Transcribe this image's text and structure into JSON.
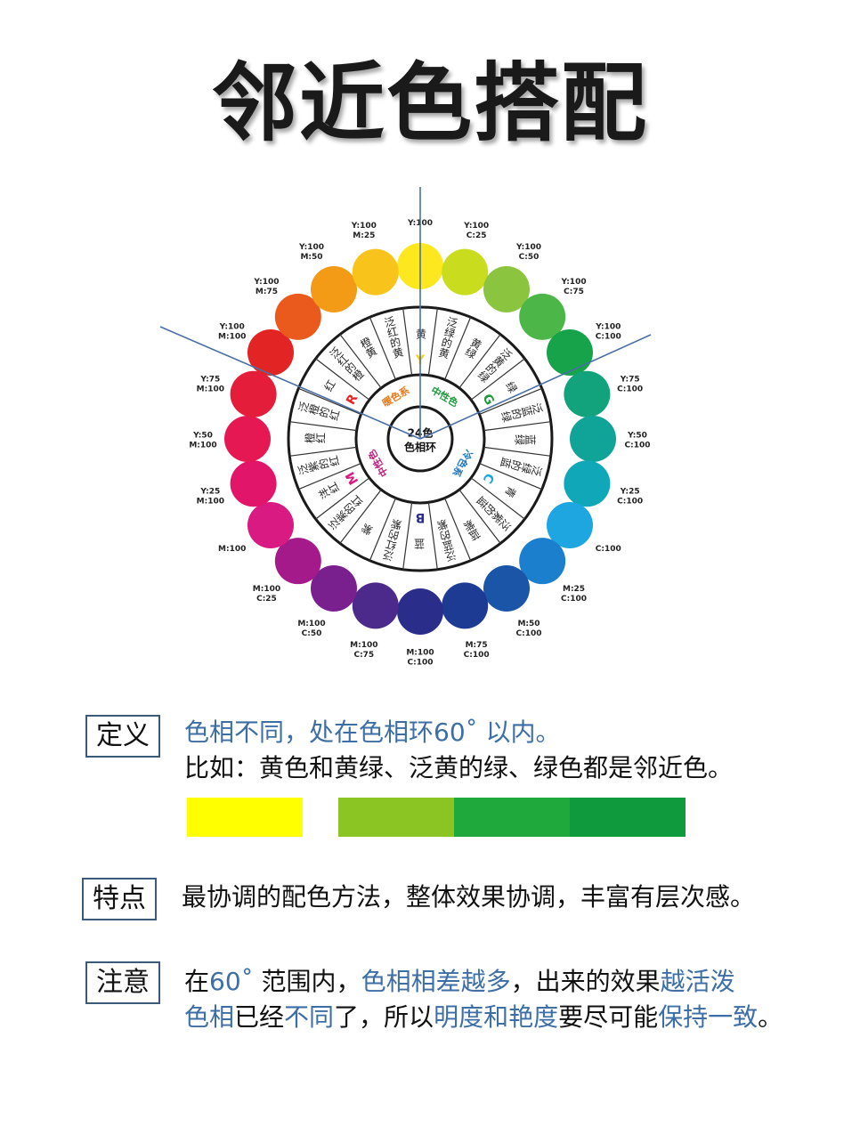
{
  "title": "邻近色搭配",
  "wheel": {
    "center_label_1": "24色",
    "center_label_2": "色相环",
    "segments": [
      {
        "name": "黄",
        "color": "#fde81f",
        "code": "Y:100"
      },
      {
        "name": "泛绿的黄",
        "color": "#c9dd1e",
        "code": "Y:100\nC:25"
      },
      {
        "name": "黄绿",
        "color": "#8bc53f",
        "code": "Y:100\nC:50"
      },
      {
        "name": "泛黄的绿",
        "color": "#4cb748",
        "code": "Y:100\nC:75"
      },
      {
        "name": "绿",
        "color": "#16a34a",
        "code": "Y:100\nC:100"
      },
      {
        "name": "泛蓝的绿",
        "color": "#12a37c",
        "code": "Y:75\nC:100"
      },
      {
        "name": "蓝绿",
        "color": "#0fa497",
        "code": "Y:50\nC:100"
      },
      {
        "name": "泛绿的蓝",
        "color": "#10a8b8",
        "code": "Y:25\nC:100"
      },
      {
        "name": "青",
        "color": "#1ea6e0",
        "code": "C:100"
      },
      {
        "name": "泛紫的蓝",
        "color": "#1c7fcd",
        "code": "M:25\nC:100"
      },
      {
        "name": "蓝紫",
        "color": "#1a55a8",
        "code": "M:50\nC:100"
      },
      {
        "name": "泛蓝的紫",
        "color": "#1e3b94",
        "code": "M:75\nC:100"
      },
      {
        "name": "蓝",
        "color": "#2a2e8a",
        "code": "M:100\nC:100"
      },
      {
        "name": "泛红的紫",
        "color": "#4b2a8c",
        "code": "M:100\nC:75"
      },
      {
        "name": "紫",
        "color": "#7a1f8e",
        "code": "M:100\nC:50"
      },
      {
        "name": "泛紫的红",
        "color": "#a41a8b",
        "code": "M:100\nC:25"
      },
      {
        "name": "洋红",
        "color": "#d91a82",
        "code": "M:100"
      },
      {
        "name": "泛紫的红",
        "color": "#e1166b",
        "code": "Y:25\nM:100"
      },
      {
        "name": "橙红",
        "color": "#e61853",
        "code": "Y:50\nM:100"
      },
      {
        "name": "泛橙的红",
        "color": "#e41e3a",
        "code": "Y:75\nM:100"
      },
      {
        "name": "红",
        "color": "#e32424",
        "code": "Y:100\nM:100"
      },
      {
        "name": "泛红的橙",
        "color": "#ea5a1c",
        "code": "Y:100\nM:75"
      },
      {
        "name": "橙黄",
        "color": "#f39a16",
        "code": "Y:100\nM:50"
      },
      {
        "name": "泛红的黄",
        "color": "#f8c41b",
        "code": "Y:100\nM:25"
      }
    ],
    "letters": [
      {
        "t": "Y",
        "color": "#f2d21c",
        "deg": 0
      },
      {
        "t": "G",
        "color": "#1f9a3c",
        "deg": 60
      },
      {
        "t": "C",
        "color": "#1ea6e0",
        "deg": 120
      },
      {
        "t": "B",
        "color": "#2a2e8a",
        "deg": 180
      },
      {
        "t": "M",
        "color": "#d91a82",
        "deg": 240
      },
      {
        "t": "R",
        "color": "#e32424",
        "deg": 300
      }
    ],
    "groups": [
      {
        "t": "中性色",
        "color": "#1f9a3c",
        "deg": 30
      },
      {
        "t": "冷色系",
        "color": "#1e78c2",
        "deg": 120
      },
      {
        "t": "中性色",
        "color": "#c0207f",
        "deg": 240
      },
      {
        "t": "暖色系",
        "color": "#e57a1a",
        "deg": 330
      }
    ]
  },
  "definition": {
    "tag": "定义",
    "line1": "色相不同，处在色相环60˚ 以内。",
    "line2": "比如：黄色和黄绿、泛黄的绿、绿色都是邻近色。",
    "swatches": [
      "#ffff00",
      "#8bc523",
      "#1fa83c",
      "#0f9a3e"
    ]
  },
  "feature": {
    "tag": "特点",
    "text": "最协调的配色方法，整体效果协调，丰富有层次感。"
  },
  "note": {
    "tag": "注意",
    "l1a": "在",
    "l1b": "60˚",
    "l1c": " 范围内，",
    "l1d": "色相相差越多",
    "l1e": "，出来的效果",
    "l1f": "越活泼",
    "l2a": "色相",
    "l2b": "已经",
    "l2c": "不同",
    "l2d": "了，所以",
    "l2e": "明度和艳度",
    "l2f": "要尽可能",
    "l2g": "保持一致",
    "l2h": "。"
  }
}
